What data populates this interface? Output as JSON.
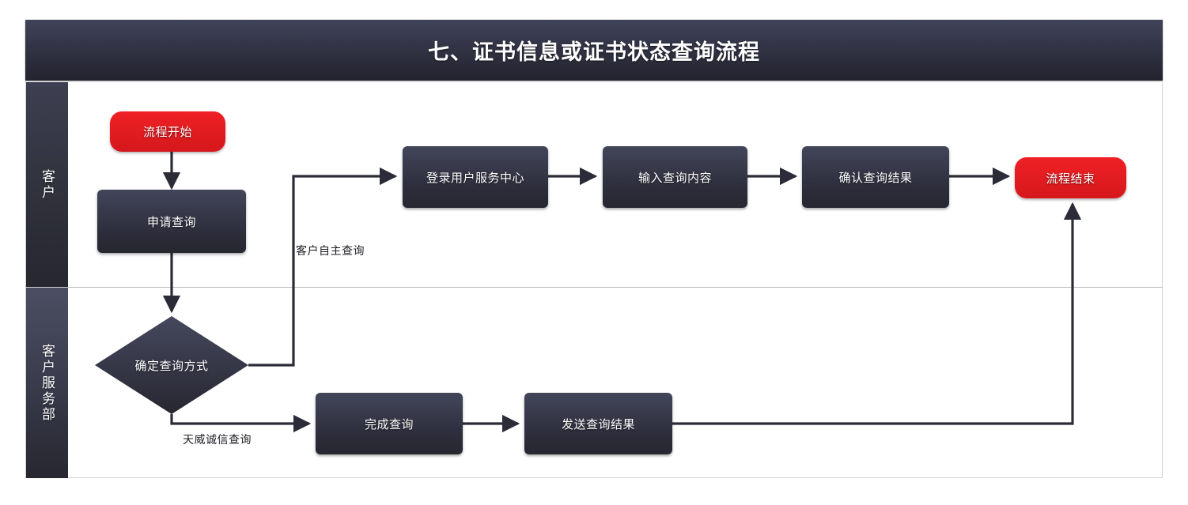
{
  "header": {
    "title": "七、证书信息或证书状态查询流程"
  },
  "lanes": [
    {
      "id": "customer",
      "label": "客户"
    },
    {
      "id": "customer-service",
      "label": "客户服务部"
    }
  ],
  "nodes": [
    {
      "id": "start",
      "label": "流程开始",
      "type": "terminator",
      "lane": "customer"
    },
    {
      "id": "apply-query",
      "label": "申请查询",
      "type": "process",
      "lane": "customer"
    },
    {
      "id": "login-center",
      "label": "登录用户服务中心",
      "type": "process",
      "lane": "customer"
    },
    {
      "id": "input-content",
      "label": "输入查询内容",
      "type": "process",
      "lane": "customer"
    },
    {
      "id": "confirm-result",
      "label": "确认查询结果",
      "type": "process",
      "lane": "customer"
    },
    {
      "id": "end",
      "label": "流程结束",
      "type": "terminator",
      "lane": "customer"
    },
    {
      "id": "decide-method",
      "label": "确定查询方式",
      "type": "decision",
      "lane": "customer-service"
    },
    {
      "id": "finish-query",
      "label": "完成查询",
      "type": "process",
      "lane": "customer-service"
    },
    {
      "id": "send-result",
      "label": "发送查询结果",
      "type": "process",
      "lane": "customer-service"
    }
  ],
  "edge_labels": [
    {
      "id": "self-service",
      "text": "客户自主查询"
    },
    {
      "id": "itrus-query",
      "text": "天威诚信查询"
    }
  ],
  "colors": {
    "accent_red": "#e31d21",
    "node_dark": "#2f3140",
    "banner_dark": "#2a2b38",
    "line": "#2b2c38",
    "lane_border": "#d2d2d6"
  }
}
